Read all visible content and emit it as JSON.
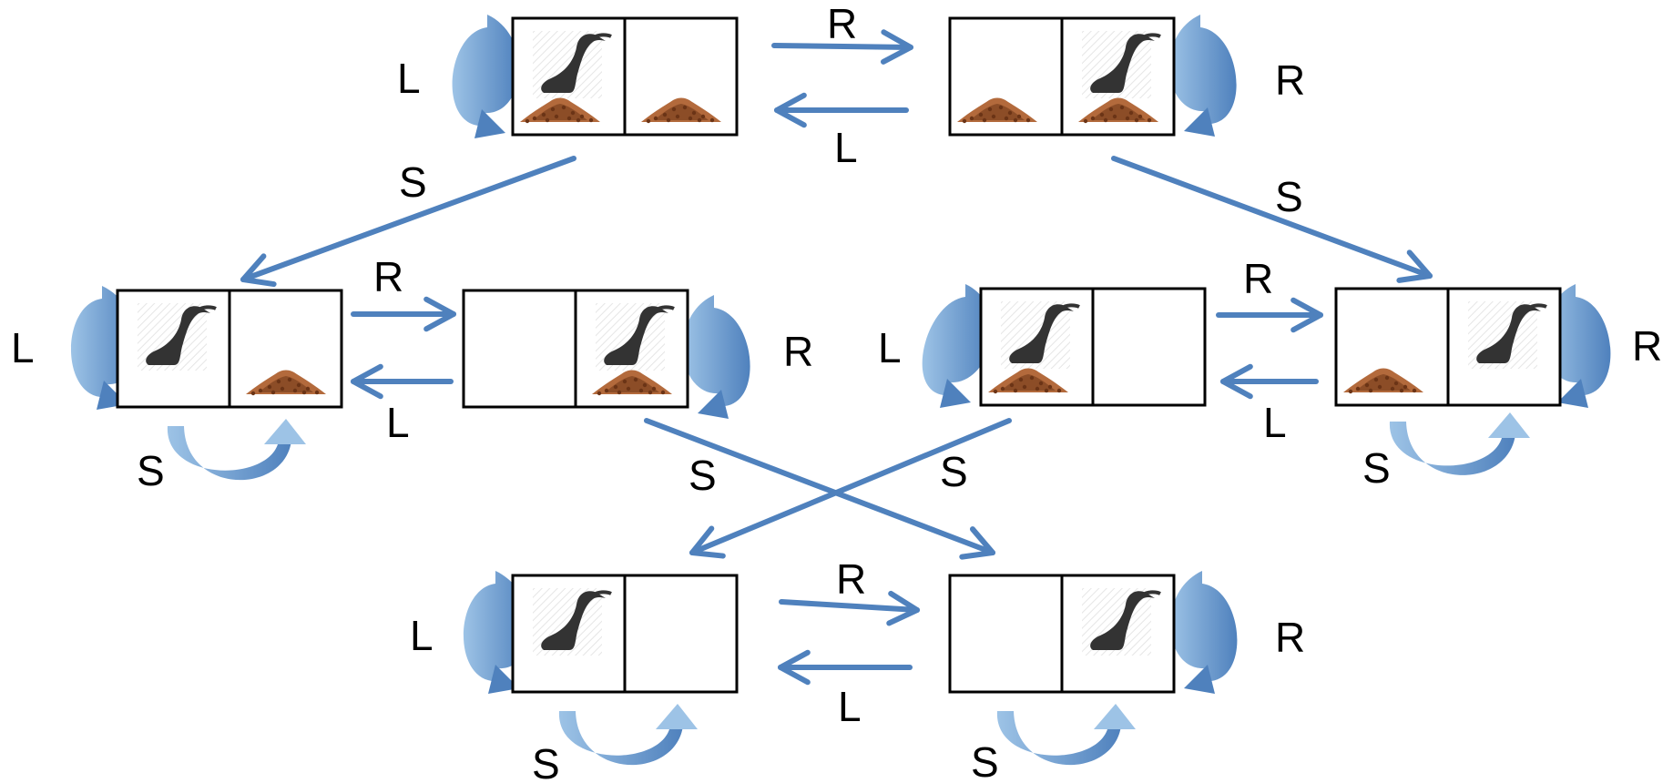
{
  "diagram": {
    "colors": {
      "arrow": "#4f81bd",
      "loop_light": "#9dc3e6",
      "loop_dark": "#4f81bd",
      "box_border": "#000000",
      "vacuum": "#333333",
      "dirt_light": "#b36a3c",
      "dirt_dark": "#6b3416"
    },
    "icons": {
      "vacuum": "vacuum-icon",
      "dirt": "dirt-icon"
    },
    "actions": {
      "left": "L",
      "right": "R",
      "suck": "S"
    },
    "states": [
      {
        "id": "s1",
        "robot": "left",
        "dirt_left": true,
        "dirt_right": true
      },
      {
        "id": "s2",
        "robot": "right",
        "dirt_left": true,
        "dirt_right": true
      },
      {
        "id": "s3",
        "robot": "left",
        "dirt_left": false,
        "dirt_right": true
      },
      {
        "id": "s4",
        "robot": "right",
        "dirt_left": false,
        "dirt_right": true
      },
      {
        "id": "s5",
        "robot": "left",
        "dirt_left": true,
        "dirt_right": false
      },
      {
        "id": "s6",
        "robot": "right",
        "dirt_left": true,
        "dirt_right": false
      },
      {
        "id": "s7",
        "robot": "left",
        "dirt_left": false,
        "dirt_right": false
      },
      {
        "id": "s8",
        "robot": "right",
        "dirt_left": false,
        "dirt_right": false
      }
    ],
    "transitions": [
      {
        "from": "s1",
        "to": "s2",
        "label": "R"
      },
      {
        "from": "s2",
        "to": "s1",
        "label": "L"
      },
      {
        "from": "s1",
        "to": "s1",
        "label": "L"
      },
      {
        "from": "s2",
        "to": "s2",
        "label": "R"
      },
      {
        "from": "s1",
        "to": "s3",
        "label": "S"
      },
      {
        "from": "s2",
        "to": "s6",
        "label": "S"
      },
      {
        "from": "s3",
        "to": "s4",
        "label": "R"
      },
      {
        "from": "s4",
        "to": "s3",
        "label": "L"
      },
      {
        "from": "s3",
        "to": "s3",
        "label": "L"
      },
      {
        "from": "s3",
        "to": "s3",
        "label": "S"
      },
      {
        "from": "s4",
        "to": "s4",
        "label": "R"
      },
      {
        "from": "s4",
        "to": "s8",
        "label": "S"
      },
      {
        "from": "s5",
        "to": "s6",
        "label": "R"
      },
      {
        "from": "s6",
        "to": "s5",
        "label": "L"
      },
      {
        "from": "s5",
        "to": "s5",
        "label": "L"
      },
      {
        "from": "s5",
        "to": "s7",
        "label": "S"
      },
      {
        "from": "s6",
        "to": "s6",
        "label": "R"
      },
      {
        "from": "s6",
        "to": "s6",
        "label": "S"
      },
      {
        "from": "s7",
        "to": "s8",
        "label": "R"
      },
      {
        "from": "s8",
        "to": "s7",
        "label": "L"
      },
      {
        "from": "s7",
        "to": "s7",
        "label": "L"
      },
      {
        "from": "s7",
        "to": "s7",
        "label": "S"
      },
      {
        "from": "s8",
        "to": "s8",
        "label": "R"
      },
      {
        "from": "s8",
        "to": "s8",
        "label": "S"
      }
    ]
  }
}
